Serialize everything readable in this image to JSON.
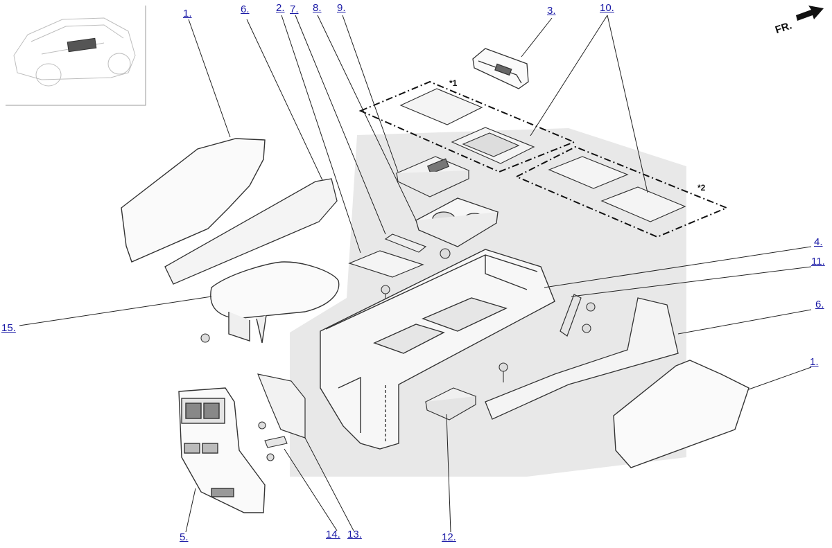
{
  "callouts": {
    "c1_top": "1.",
    "c6_top": "6.",
    "c2": "2.",
    "c7": "7.",
    "c8": "8.",
    "c9": "9.",
    "c3": "3.",
    "c10": "10.",
    "c4": "4.",
    "c11": "11.",
    "c6_right": "6.",
    "c1_right": "1.",
    "c15": "15.",
    "c5": "5.",
    "c14": "14.",
    "c13": "13.",
    "c12": "12."
  },
  "notes": {
    "star1": "*1",
    "star2": "*2"
  },
  "orientation": {
    "label": "FR."
  },
  "colors": {
    "link": "#1a1aa6",
    "line": "#222222",
    "background_shape": "#e6e6e6"
  }
}
